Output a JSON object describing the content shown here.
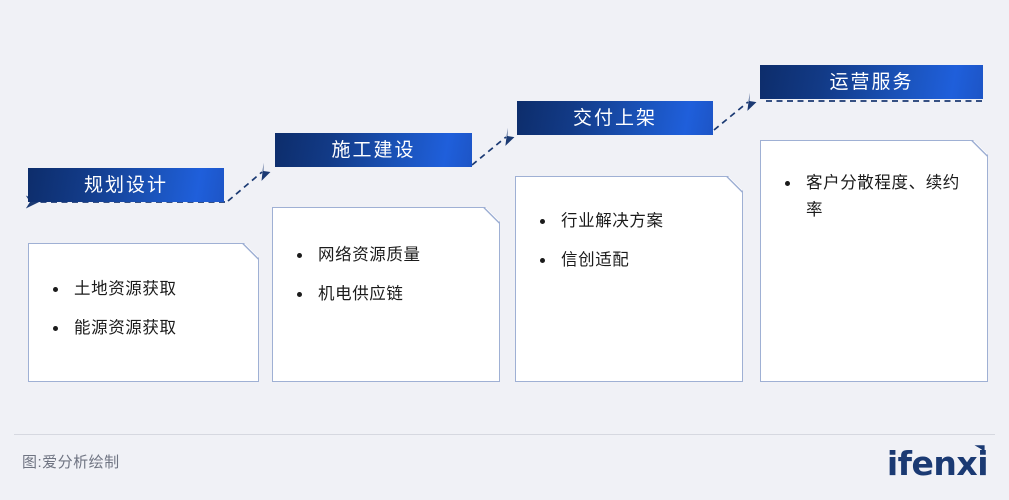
{
  "background_color": "#f0f1f6",
  "diagram": {
    "type": "stepped-process-flow",
    "stages": [
      {
        "id": "planning-design",
        "header": "规划设计",
        "items": [
          "土地资源获取",
          "能源资源获取"
        ]
      },
      {
        "id": "construction",
        "header": "施工建设",
        "items": [
          "网络资源质量",
          "机电供应链"
        ]
      },
      {
        "id": "delivery-racking",
        "header": "交付上架",
        "items": [
          "行业解决方案",
          "信创适配"
        ]
      },
      {
        "id": "operations-service",
        "header": "运营服务",
        "items": [
          "客户分散程度、续约率"
        ]
      }
    ],
    "connector_style": "dashed-arrow",
    "connector_color": "#1b3a73",
    "header_gradient_from": "#0d2d6b",
    "header_gradient_to": "#1f5fdb",
    "header_text_color": "#ffffff",
    "card_border_color": "#9fb0d4",
    "card_background": "#ffffff",
    "bullet_color": "#1b1b1b"
  },
  "footer": {
    "caption": "图:爱分析绘制",
    "caption_color": "#6f7482",
    "divider_color": "#d6d8e0",
    "logo_text": "ifenxi",
    "logo_color": "#1b3a73"
  }
}
